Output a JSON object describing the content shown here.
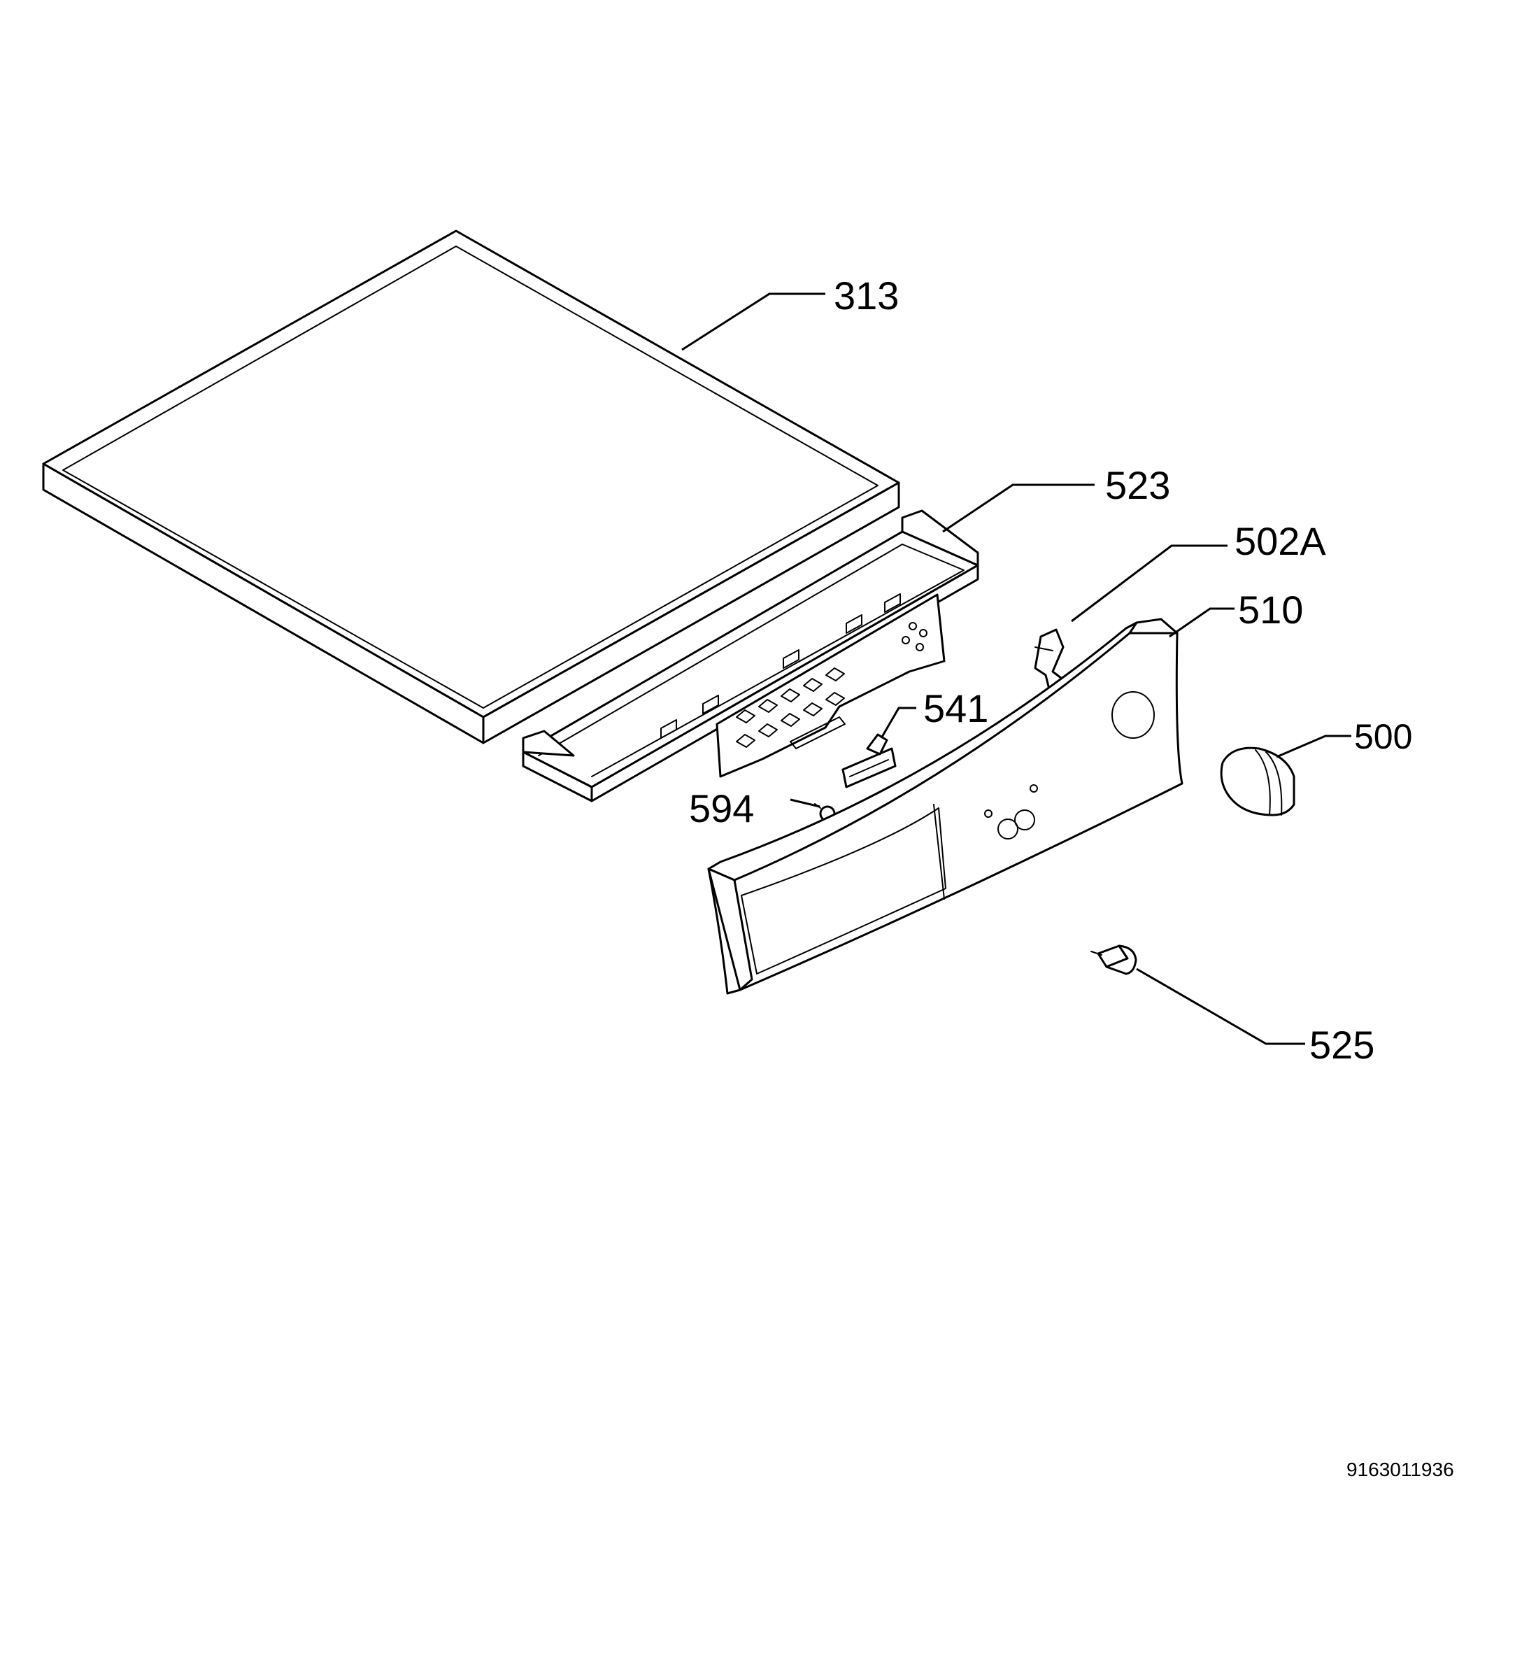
{
  "diagram": {
    "parts": [
      {
        "id": "313",
        "label": "313",
        "part": "worktop"
      },
      {
        "id": "523",
        "label": "523",
        "part": "panel-bracket"
      },
      {
        "id": "502A",
        "label": "502A",
        "part": "clip"
      },
      {
        "id": "510",
        "label": "510",
        "part": "control-panel"
      },
      {
        "id": "541",
        "label": "541",
        "part": "connector"
      },
      {
        "id": "500",
        "label": "500",
        "part": "knob"
      },
      {
        "id": "594",
        "label": "594",
        "part": "rivet"
      },
      {
        "id": "525",
        "label": "525",
        "part": "push-button"
      }
    ],
    "document_id": "9163011936"
  }
}
